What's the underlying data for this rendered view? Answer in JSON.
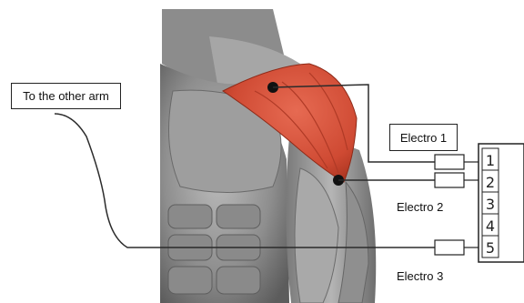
{
  "labels": {
    "other_arm": "To the other arm",
    "electro1": "Electro 1",
    "electro2": "Electro 2",
    "electro3": "Electro 3"
  },
  "terminal_block": {
    "slots": [
      "1",
      "2",
      "3",
      "4",
      "5"
    ]
  },
  "colors": {
    "deltoid": "#d9503a",
    "muscle": "#9a9a9a",
    "wire": "#2b2b2b"
  }
}
